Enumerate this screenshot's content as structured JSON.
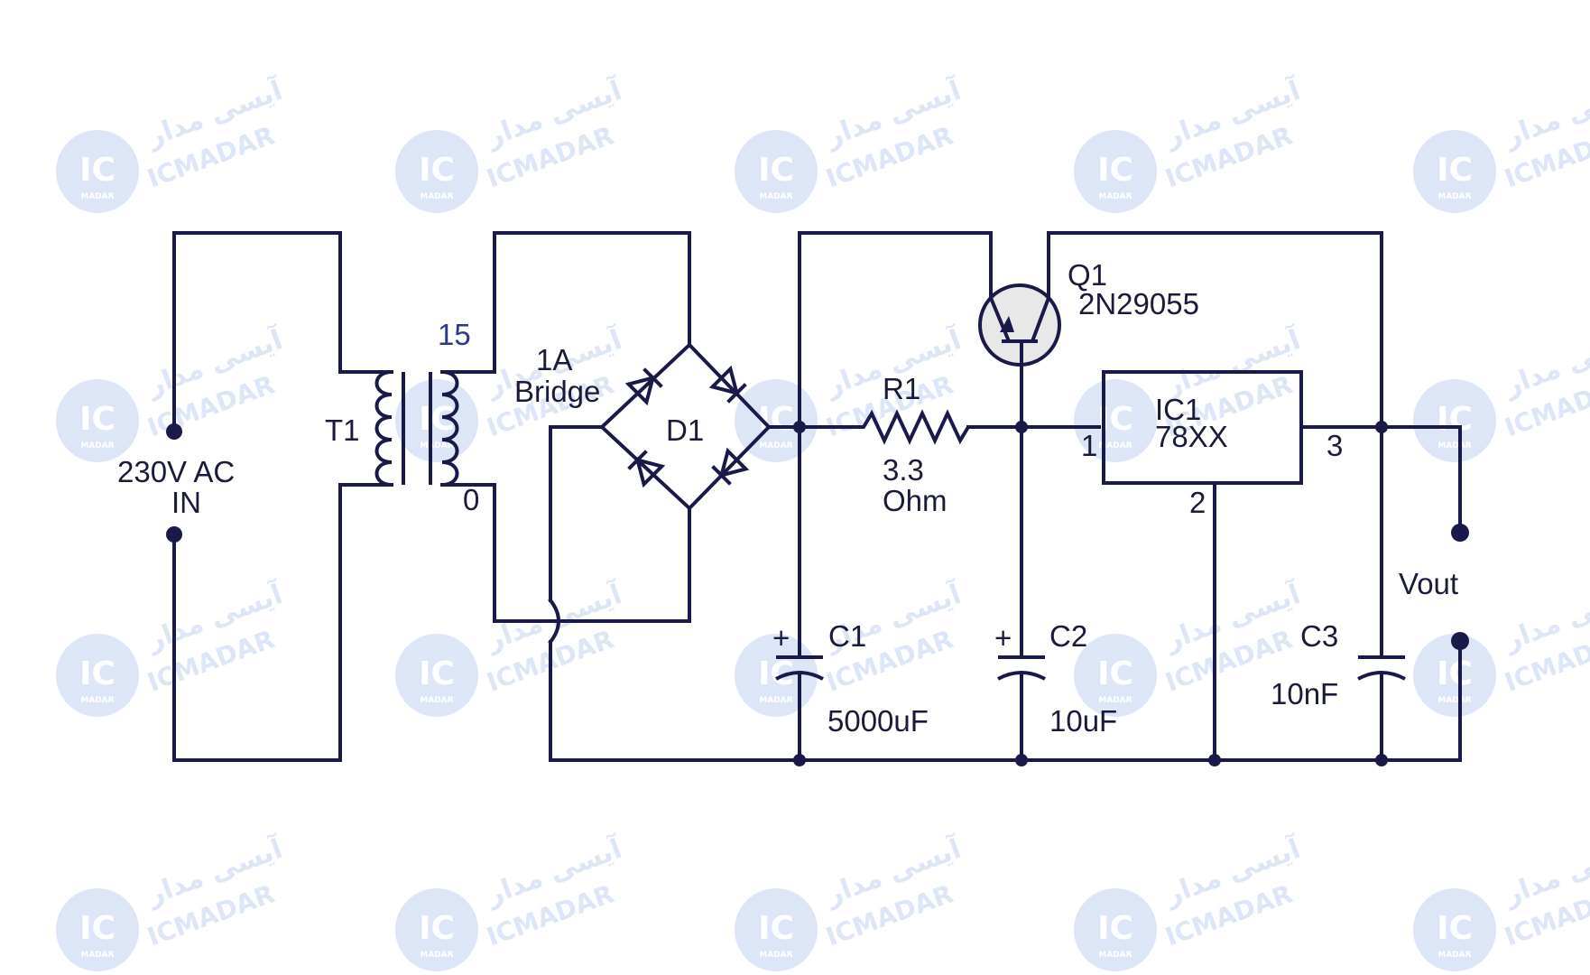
{
  "watermark": {
    "brand_fa": "آیسی مدار",
    "brand_en": "ICMADAR",
    "logo_text": "IC",
    "logo_sub": "MADAR"
  },
  "labels": {
    "ac_in_line1": "230V AC",
    "ac_in_line2": "IN",
    "transformer": "T1",
    "tap_15": "15",
    "tap_0": "0",
    "bridge_line1": "1A",
    "bridge_line2": "Bridge",
    "bridge_name": "D1",
    "r1_name": "R1",
    "r1_value_line1": "3.3",
    "r1_value_line2": "Ohm",
    "q1_name": "Q1",
    "q1_part": "2N29055",
    "ic_name": "IC1",
    "ic_part": "78XX",
    "pin1": "1",
    "pin2": "2",
    "pin3": "3",
    "c1_name": "C1",
    "c1_value": "5000uF",
    "c2_name": "C2",
    "c2_value": "10uF",
    "c3_name": "C3",
    "c3_value": "10nF",
    "vout": "Vout",
    "plus": "+"
  },
  "colors": {
    "wire": "#1a1a4a",
    "label_blue": "#2a3a8a",
    "transistor_fill": "#e8e8e8",
    "watermark": "#dde6f6"
  }
}
